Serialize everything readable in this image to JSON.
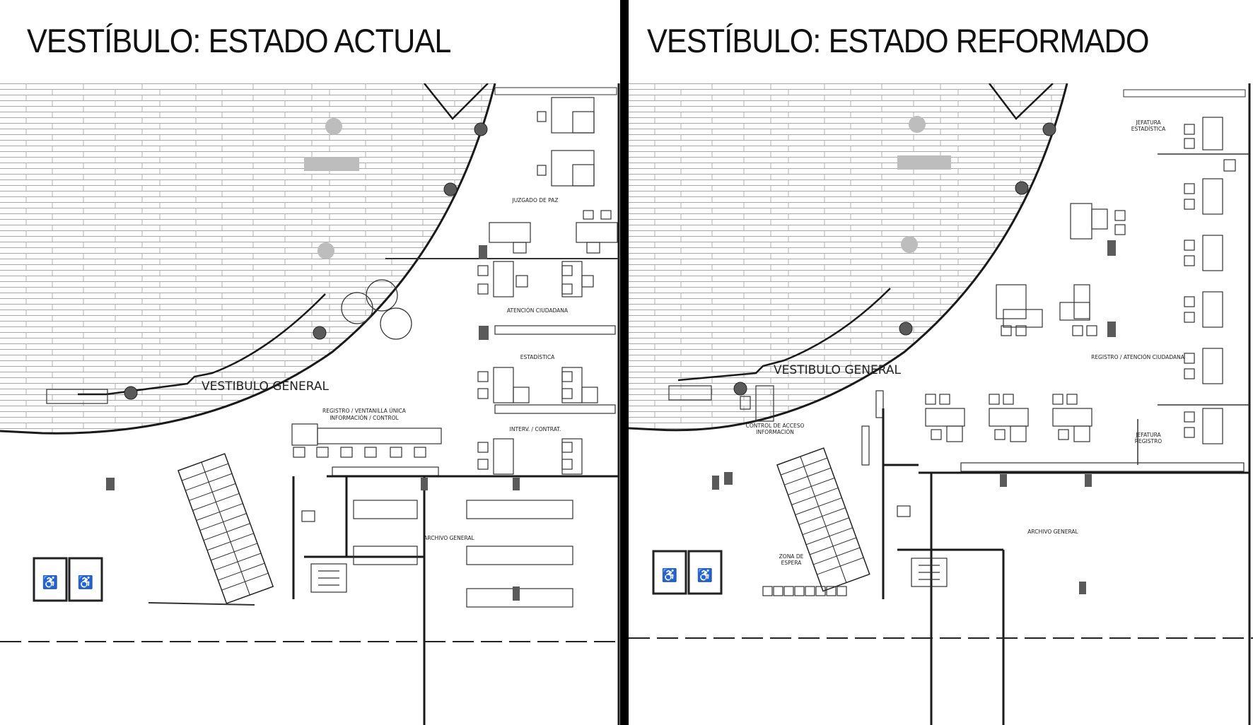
{
  "left": {
    "title": "VESTÍBULO: ESTADO ACTUAL",
    "labels": {
      "juzgado": "JUZGADO DE PAZ",
      "atencion": "ATENCIÓN CIUDADANA",
      "estadistica": "ESTADÍSTICA",
      "vestibulo": "VESTIBULO GENERAL",
      "registro_1": "REGISTRO / VENTANILLA ÚNICA",
      "registro_2": "INFORMACIÓN / CONTROL",
      "interv": "INTERV. / CONTRAT.",
      "archivo": "ARCHIVO GENERAL"
    }
  },
  "right": {
    "title": "VESTÍBULO: ESTADO REFORMADO",
    "labels": {
      "jefatura_est_1": "JEFATURA",
      "jefatura_est_2": "ESTADÍSTICA",
      "vestibulo": "VESTIBULO GENERAL",
      "registro_atencion": "REGISTRO / ATENCIÓN CIUDADANA",
      "control_1": "CONTROL DE ACCESO",
      "control_2": "INFORMACIÓN",
      "jefatura_reg_1": "JEFATURA",
      "jefatura_reg_2": "REGISTRO",
      "zona_1": "ZONA DE",
      "zona_2": "ESPERA",
      "archivo": "ARCHIVO GENERAL"
    }
  },
  "colors": {
    "line": "#1a1a1a",
    "hatch": "#9a9a9a",
    "grey_fill": "#b5b5b5",
    "dark_fill": "#5a5a5a"
  },
  "icons": [
    "wheelchair-icon",
    "column-icon",
    "stair-icon"
  ]
}
